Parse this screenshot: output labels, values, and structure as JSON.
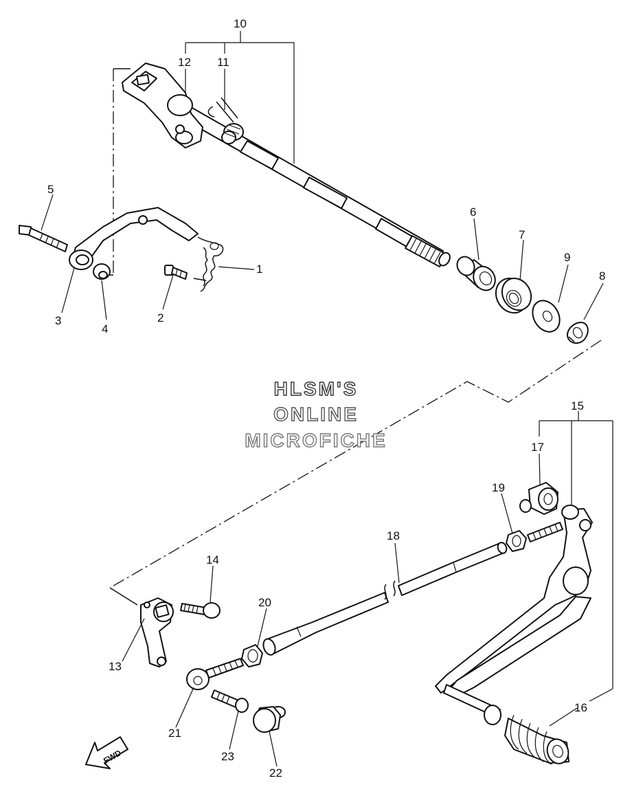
{
  "watermark": {
    "line1": "HLSM'S",
    "line2": "ONLINE",
    "line3": "MICROFICHE"
  },
  "fwd_label": "FWD",
  "callouts": [
    "1",
    "2",
    "3",
    "4",
    "5",
    "6",
    "7",
    "8",
    "9",
    "10",
    "11",
    "12",
    "13",
    "14",
    "15",
    "16",
    "17",
    "18",
    "19",
    "20",
    "21",
    "22",
    "23"
  ],
  "colors": {
    "ink": "#111111",
    "watermark1": "#333333",
    "watermark2": "#555555",
    "watermark3": "#777777"
  }
}
